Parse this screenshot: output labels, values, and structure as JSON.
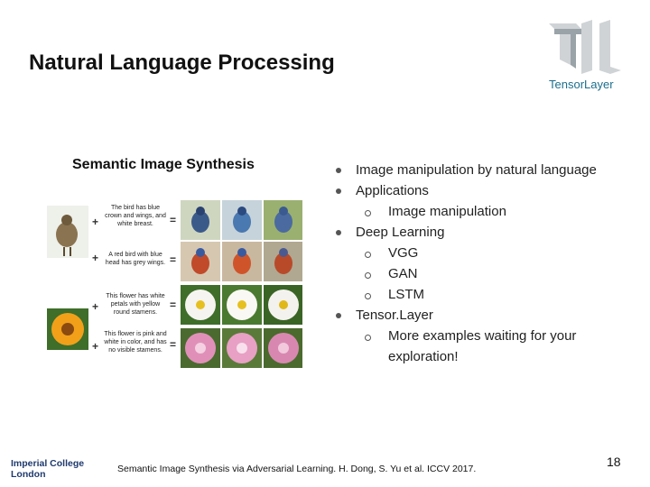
{
  "slide": {
    "title": "Natural Language Processing",
    "subtitle": "Semantic Image Synthesis",
    "page_number": "18"
  },
  "brand": {
    "tensorlayer_text": "TensorLayer",
    "institution_line1": "Imperial College",
    "institution_line2": "London"
  },
  "figure": {
    "captions": [
      {
        "line1": "The bird has blue",
        "line2": "crown and wings, and",
        "line3": "white breast."
      },
      {
        "line1": "A red bird with blue",
        "line2": "head has grey wings."
      },
      {
        "line1": "This flower has white",
        "line2": "petals with yellow",
        "line3": "round stamens."
      },
      {
        "line1": "This flower is pink and",
        "line2": "white in color, and has",
        "line3": "no visible stamens."
      }
    ]
  },
  "bullets": {
    "b1": "Image manipulation by natural language",
    "b2": "Applications",
    "b2_sub1": "Image manipulation",
    "b3": "Deep Learning",
    "b3_sub1": "VGG",
    "b3_sub2": "GAN",
    "b3_sub3": "LSTM",
    "b4": "Tensor.Layer",
    "b4_sub1_line1": "More examples waiting for your",
    "b4_sub1_line2": "exploration!"
  },
  "citation": "Semantic Image Synthesis via Adversarial Learning. H. Dong, S. Yu et al. ICCV 2017.",
  "colors": {
    "tensorlayer_teal": "#1c6e8c",
    "imperial_blue": "#1f3a6e"
  }
}
